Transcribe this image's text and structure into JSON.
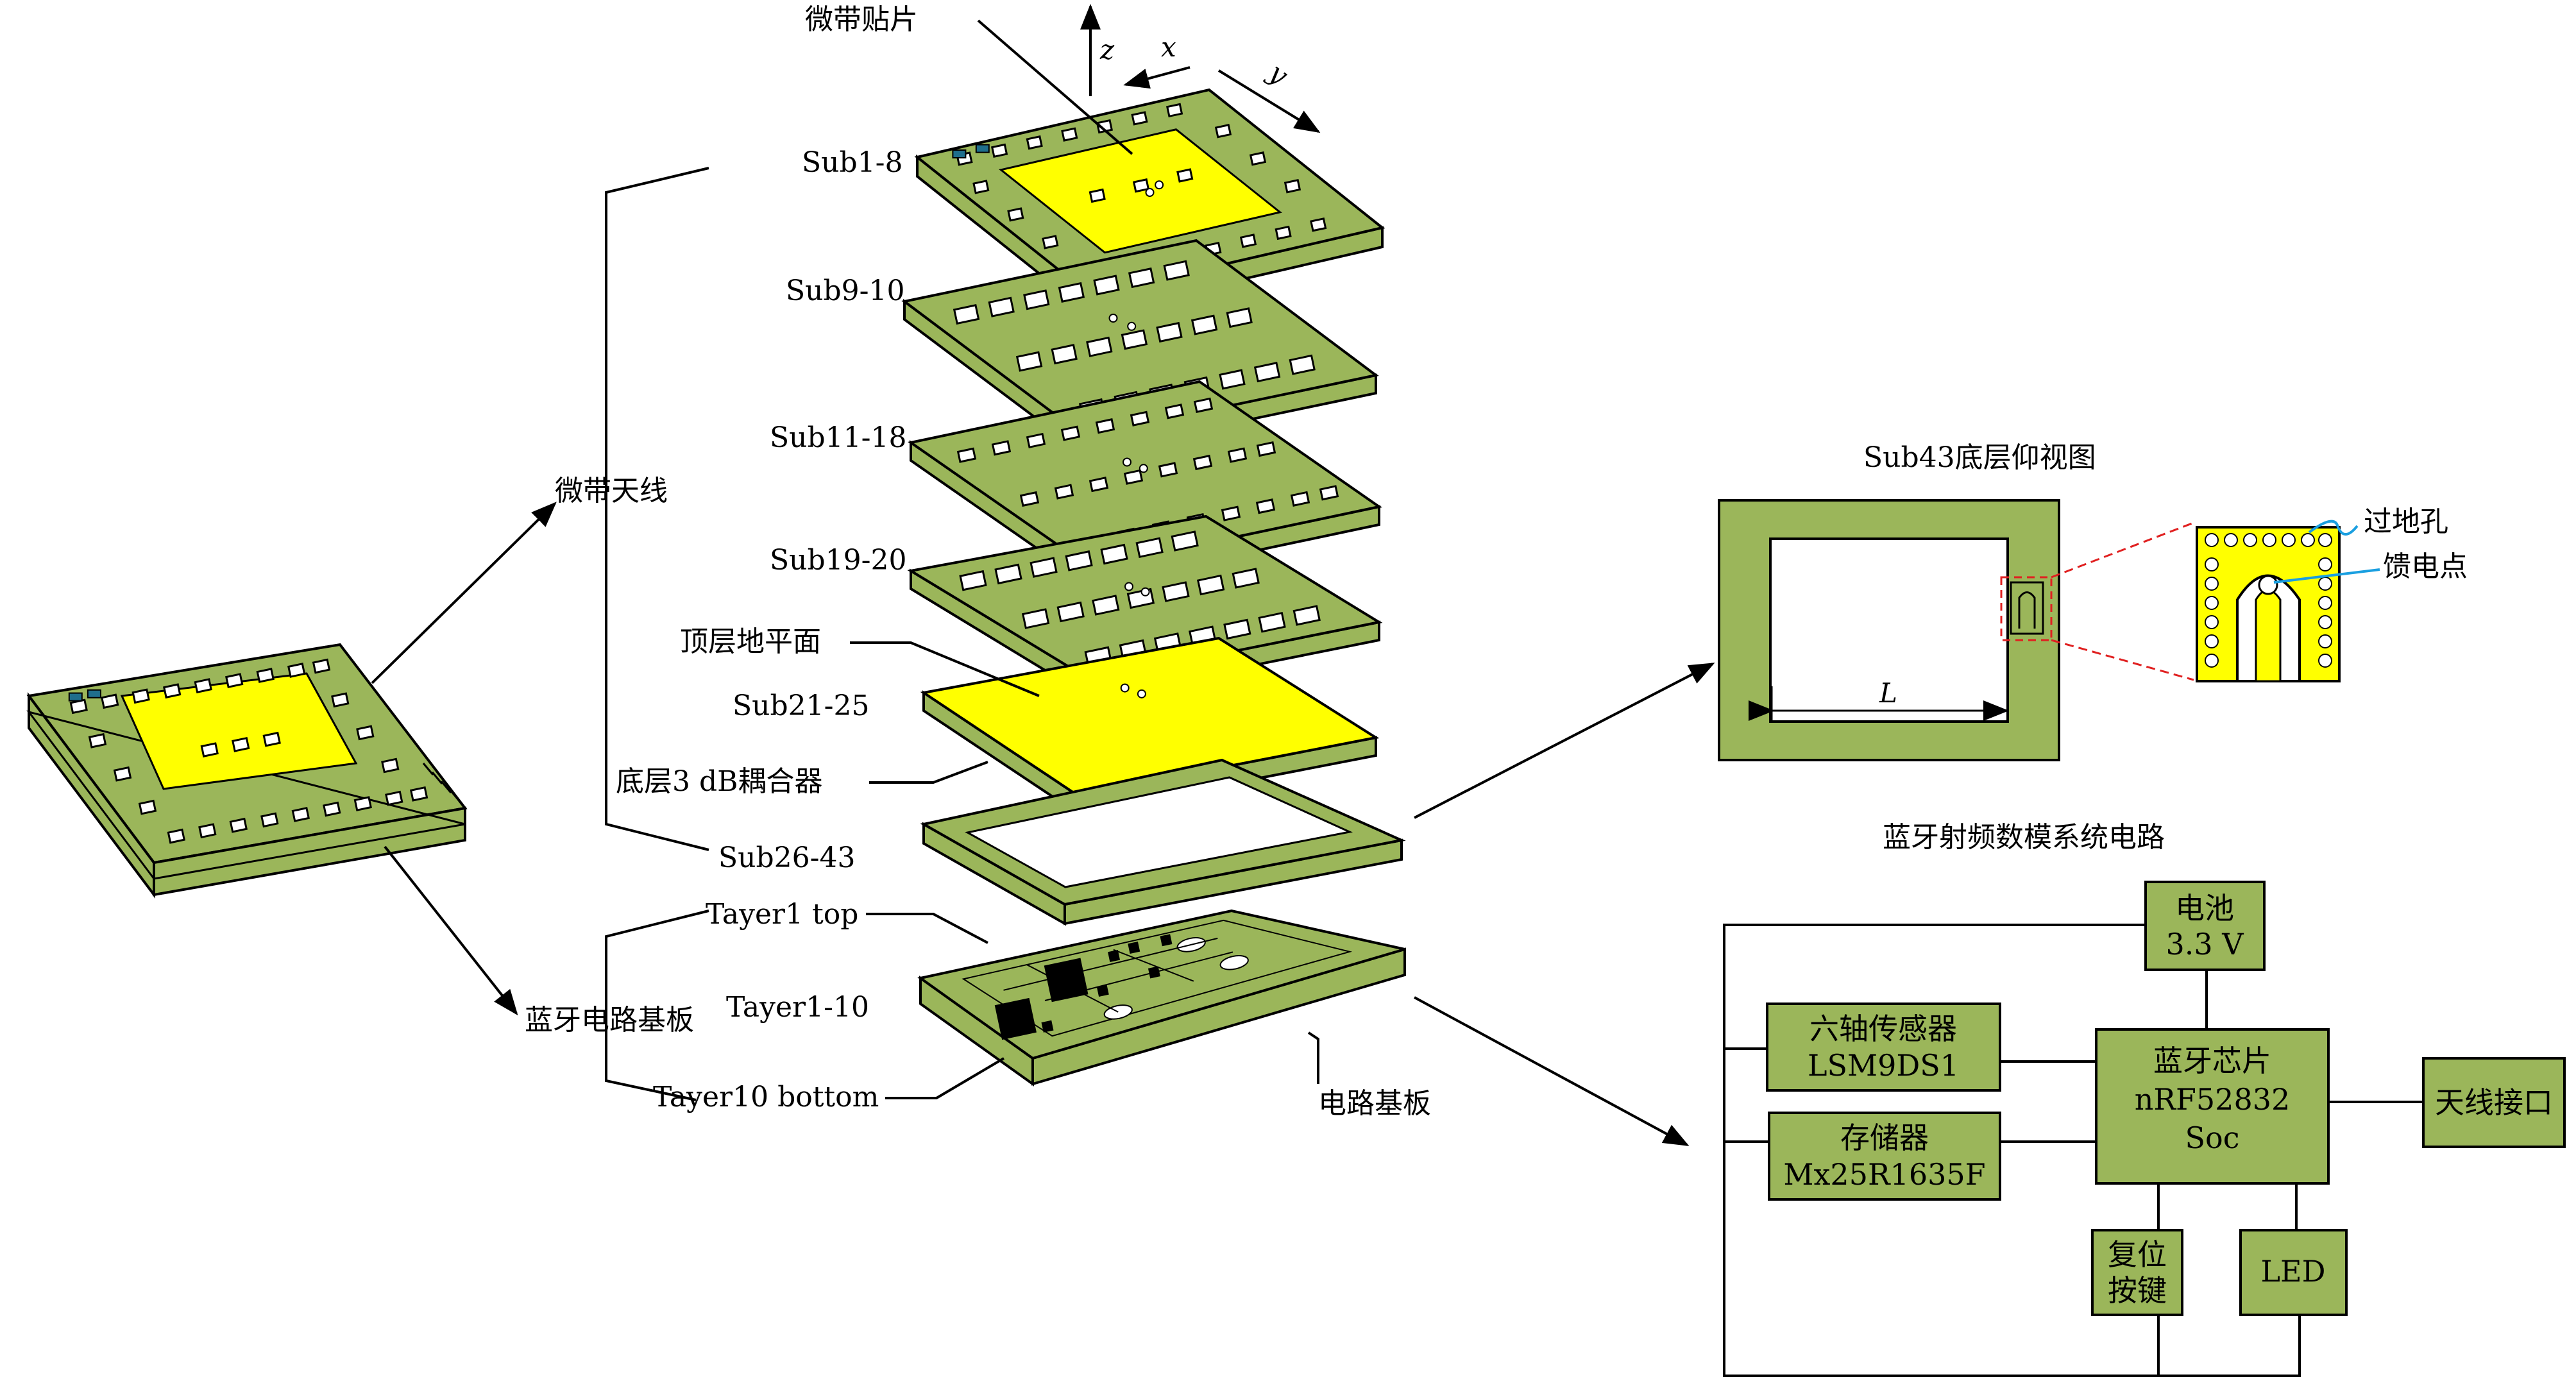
{
  "colors": {
    "substrate": "#9BB65A",
    "patch": "#FFFF00",
    "stroke": "#000000",
    "leader_blue": "#1A9FE0",
    "zoom_red": "#E02020",
    "block_fill": "#9BB65A"
  },
  "axes": {
    "z": "z",
    "x": "x",
    "y": "y"
  },
  "labels": {
    "patch": "微带贴片",
    "sub1_8": "Sub1-8",
    "sub9_10": "Sub9-10",
    "sub11_18": "Sub11-18",
    "sub19_20": "Sub19-20",
    "top_ground": "顶层地平面",
    "sub21_25": "Sub21-25",
    "coupler": "底层3 dB耦合器",
    "sub26_43": "Sub26-43",
    "antenna": "微带天线",
    "layer1_top": "Tayer1 top",
    "layer1_10": "Tayer1-10",
    "layer10_bottom": "Tayer10 bottom",
    "bt_board": "蓝牙电路基板",
    "circuit_board": "电路基板"
  },
  "bottom_view": {
    "title": "Sub43底层仰视图",
    "dimension": "L",
    "via_label": "过地孔",
    "feed_label": "馈电点"
  },
  "block_diagram": {
    "title": "蓝牙射频数模系统电路",
    "battery": [
      "电池",
      "3.3 V"
    ],
    "imu": [
      "六轴传感器",
      "LSM9DS1"
    ],
    "memory": [
      "存储器",
      "Mx25R1635F"
    ],
    "chip": [
      "蓝牙芯片",
      "nRF52832",
      "Soc"
    ],
    "antenna_port": "天线接口",
    "reset": [
      "复位",
      "按键"
    ],
    "led": "LED"
  }
}
